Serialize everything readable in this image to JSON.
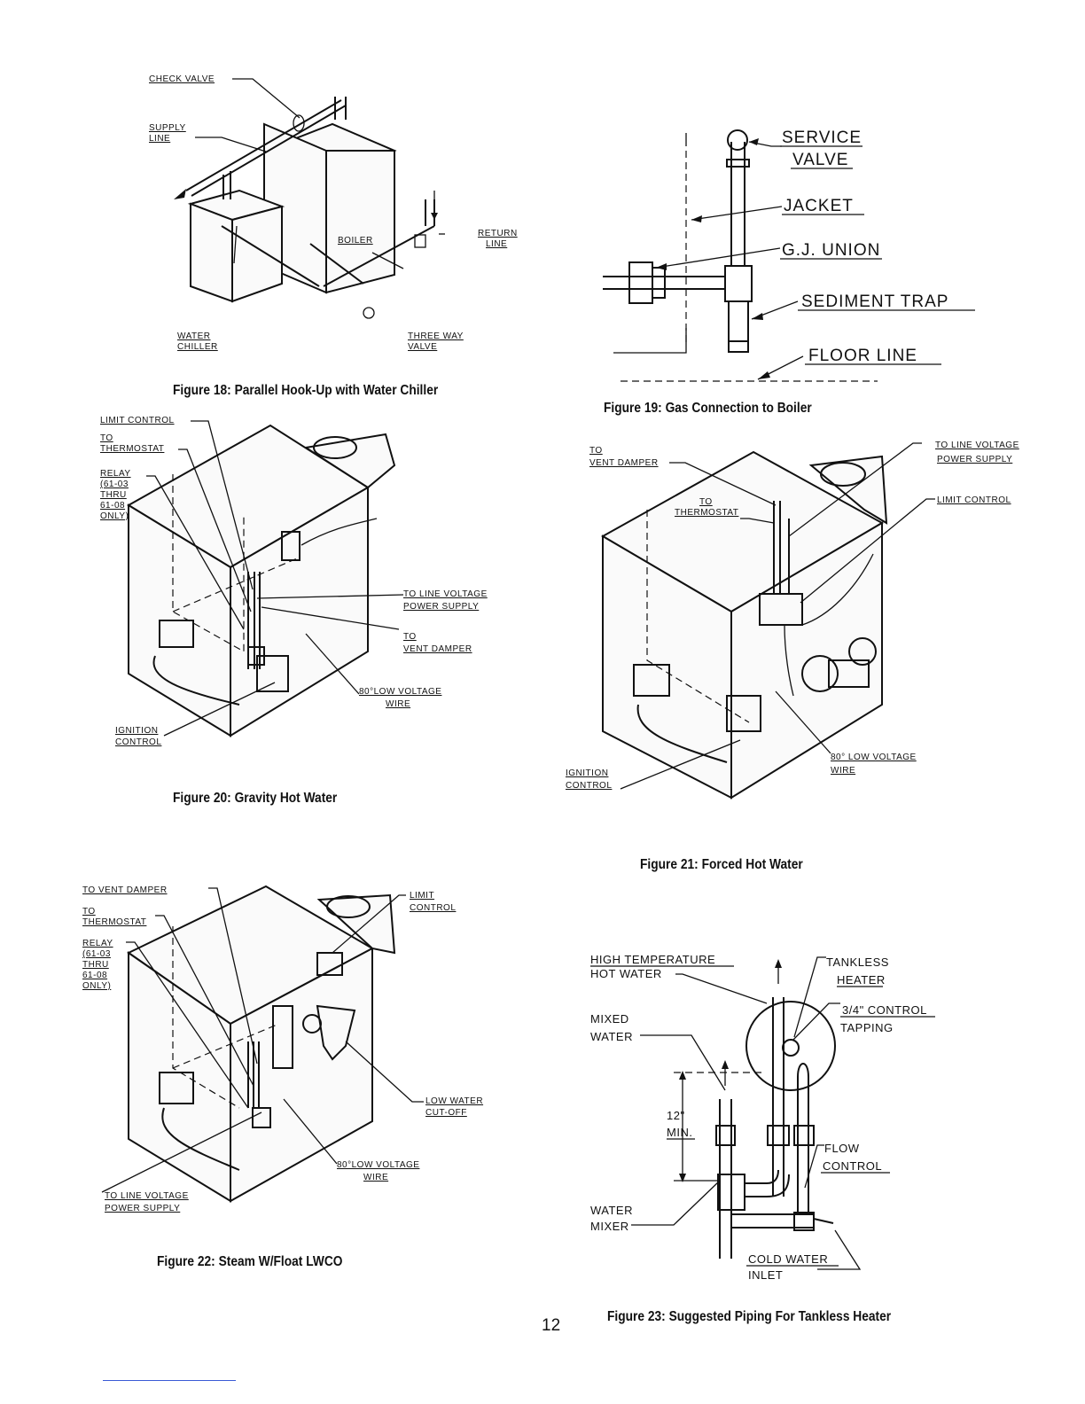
{
  "page_number": "12",
  "figures": {
    "fig18": {
      "caption": "Figure 18: Parallel Hook-Up with Water Chiller",
      "labels": {
        "check_valve": "CHECK VALVE",
        "supply_1": "SUPPLY",
        "supply_2": "LINE",
        "boiler": "BOILER",
        "return_1": "RETURN",
        "return_2": "LINE",
        "water_1": "WATER",
        "water_2": "CHILLER",
        "three_1": "THREE WAY",
        "three_2": "VALVE"
      }
    },
    "fig19": {
      "caption": "Figure 19: Gas Connection to Boiler",
      "labels": {
        "service": "SERVICE",
        "valve": "VALVE",
        "jacket": "JACKET",
        "gj_union": "G.J. UNION",
        "sediment_trap": "SEDIMENT TRAP",
        "floor_line": "FLOOR LINE"
      }
    },
    "fig20": {
      "caption": "Figure 20: Gravity Hot Water",
      "labels": {
        "limit_control": "LIMIT CONTROL",
        "to_1": "TO",
        "thermostat": "THERMOSTAT",
        "relay_1": "RELAY",
        "relay_2": "(61-03",
        "relay_3": "THRU",
        "relay_4": "61-08",
        "relay_5": "ONLY)",
        "line_1": "TO LINE VOLTAGE",
        "line_2": "POWER SUPPLY",
        "vent_1": "TO",
        "vent_2": "VENT DAMPER",
        "low_1": "80°LOW VOLTAGE",
        "low_2": "WIRE",
        "ign_1": "IGNITION",
        "ign_2": "CONTROL"
      }
    },
    "fig21": {
      "caption": "Figure 21: Forced Hot Water",
      "labels": {
        "to_1": "TO",
        "vent_damper": "VENT DAMPER",
        "line_1": "TO LINE VOLTAGE",
        "line_2": "POWER SUPPLY",
        "limit_control": "LIMIT CONTROL",
        "to_2": "TO",
        "thermostat": "THERMOSTAT",
        "low_1": "80° LOW VOLTAGE",
        "low_2": "WIRE",
        "ign_1": "IGNITION",
        "ign_2": "CONTROL"
      }
    },
    "fig22": {
      "caption": "Figure 22: Steam W/Float LWCO",
      "labels": {
        "vent_damper": "TO VENT DAMPER",
        "to_1": "TO",
        "thermostat": "THERMOSTAT",
        "relay_1": "RELAY",
        "relay_2": "(61-03",
        "relay_3": "THRU",
        "relay_4": "61-08",
        "relay_5": "ONLY)",
        "limit_1": "LIMIT",
        "limit_2": "CONTROL",
        "lwco_1": "LOW WATER",
        "lwco_2": "CUT-OFF",
        "low_1": "80°LOW VOLTAGE",
        "low_2": "WIRE",
        "line_1": "TO LINE VOLTAGE",
        "line_2": "POWER SUPPLY"
      }
    },
    "fig23": {
      "caption": "Figure 23: Suggested Piping For Tankless Heater",
      "labels": {
        "high_1": "HIGH TEMPERATURE",
        "high_2": "HOT WATER",
        "tank_1": "TANKLESS",
        "tank_2": "HEATER",
        "tap_1": "3/4\" CONTROL",
        "tap_2": "TAPPING",
        "mixed_1": "MIXED",
        "mixed_2": "WATER",
        "dim_1": "12\"",
        "dim_2": "MIN.",
        "flow_1": "FLOW",
        "flow_2": "CONTROL",
        "mixer_1": "WATER",
        "mixer_2": "MIXER",
        "cold_1": "COLD WATER",
        "cold_2": "INLET"
      }
    }
  }
}
